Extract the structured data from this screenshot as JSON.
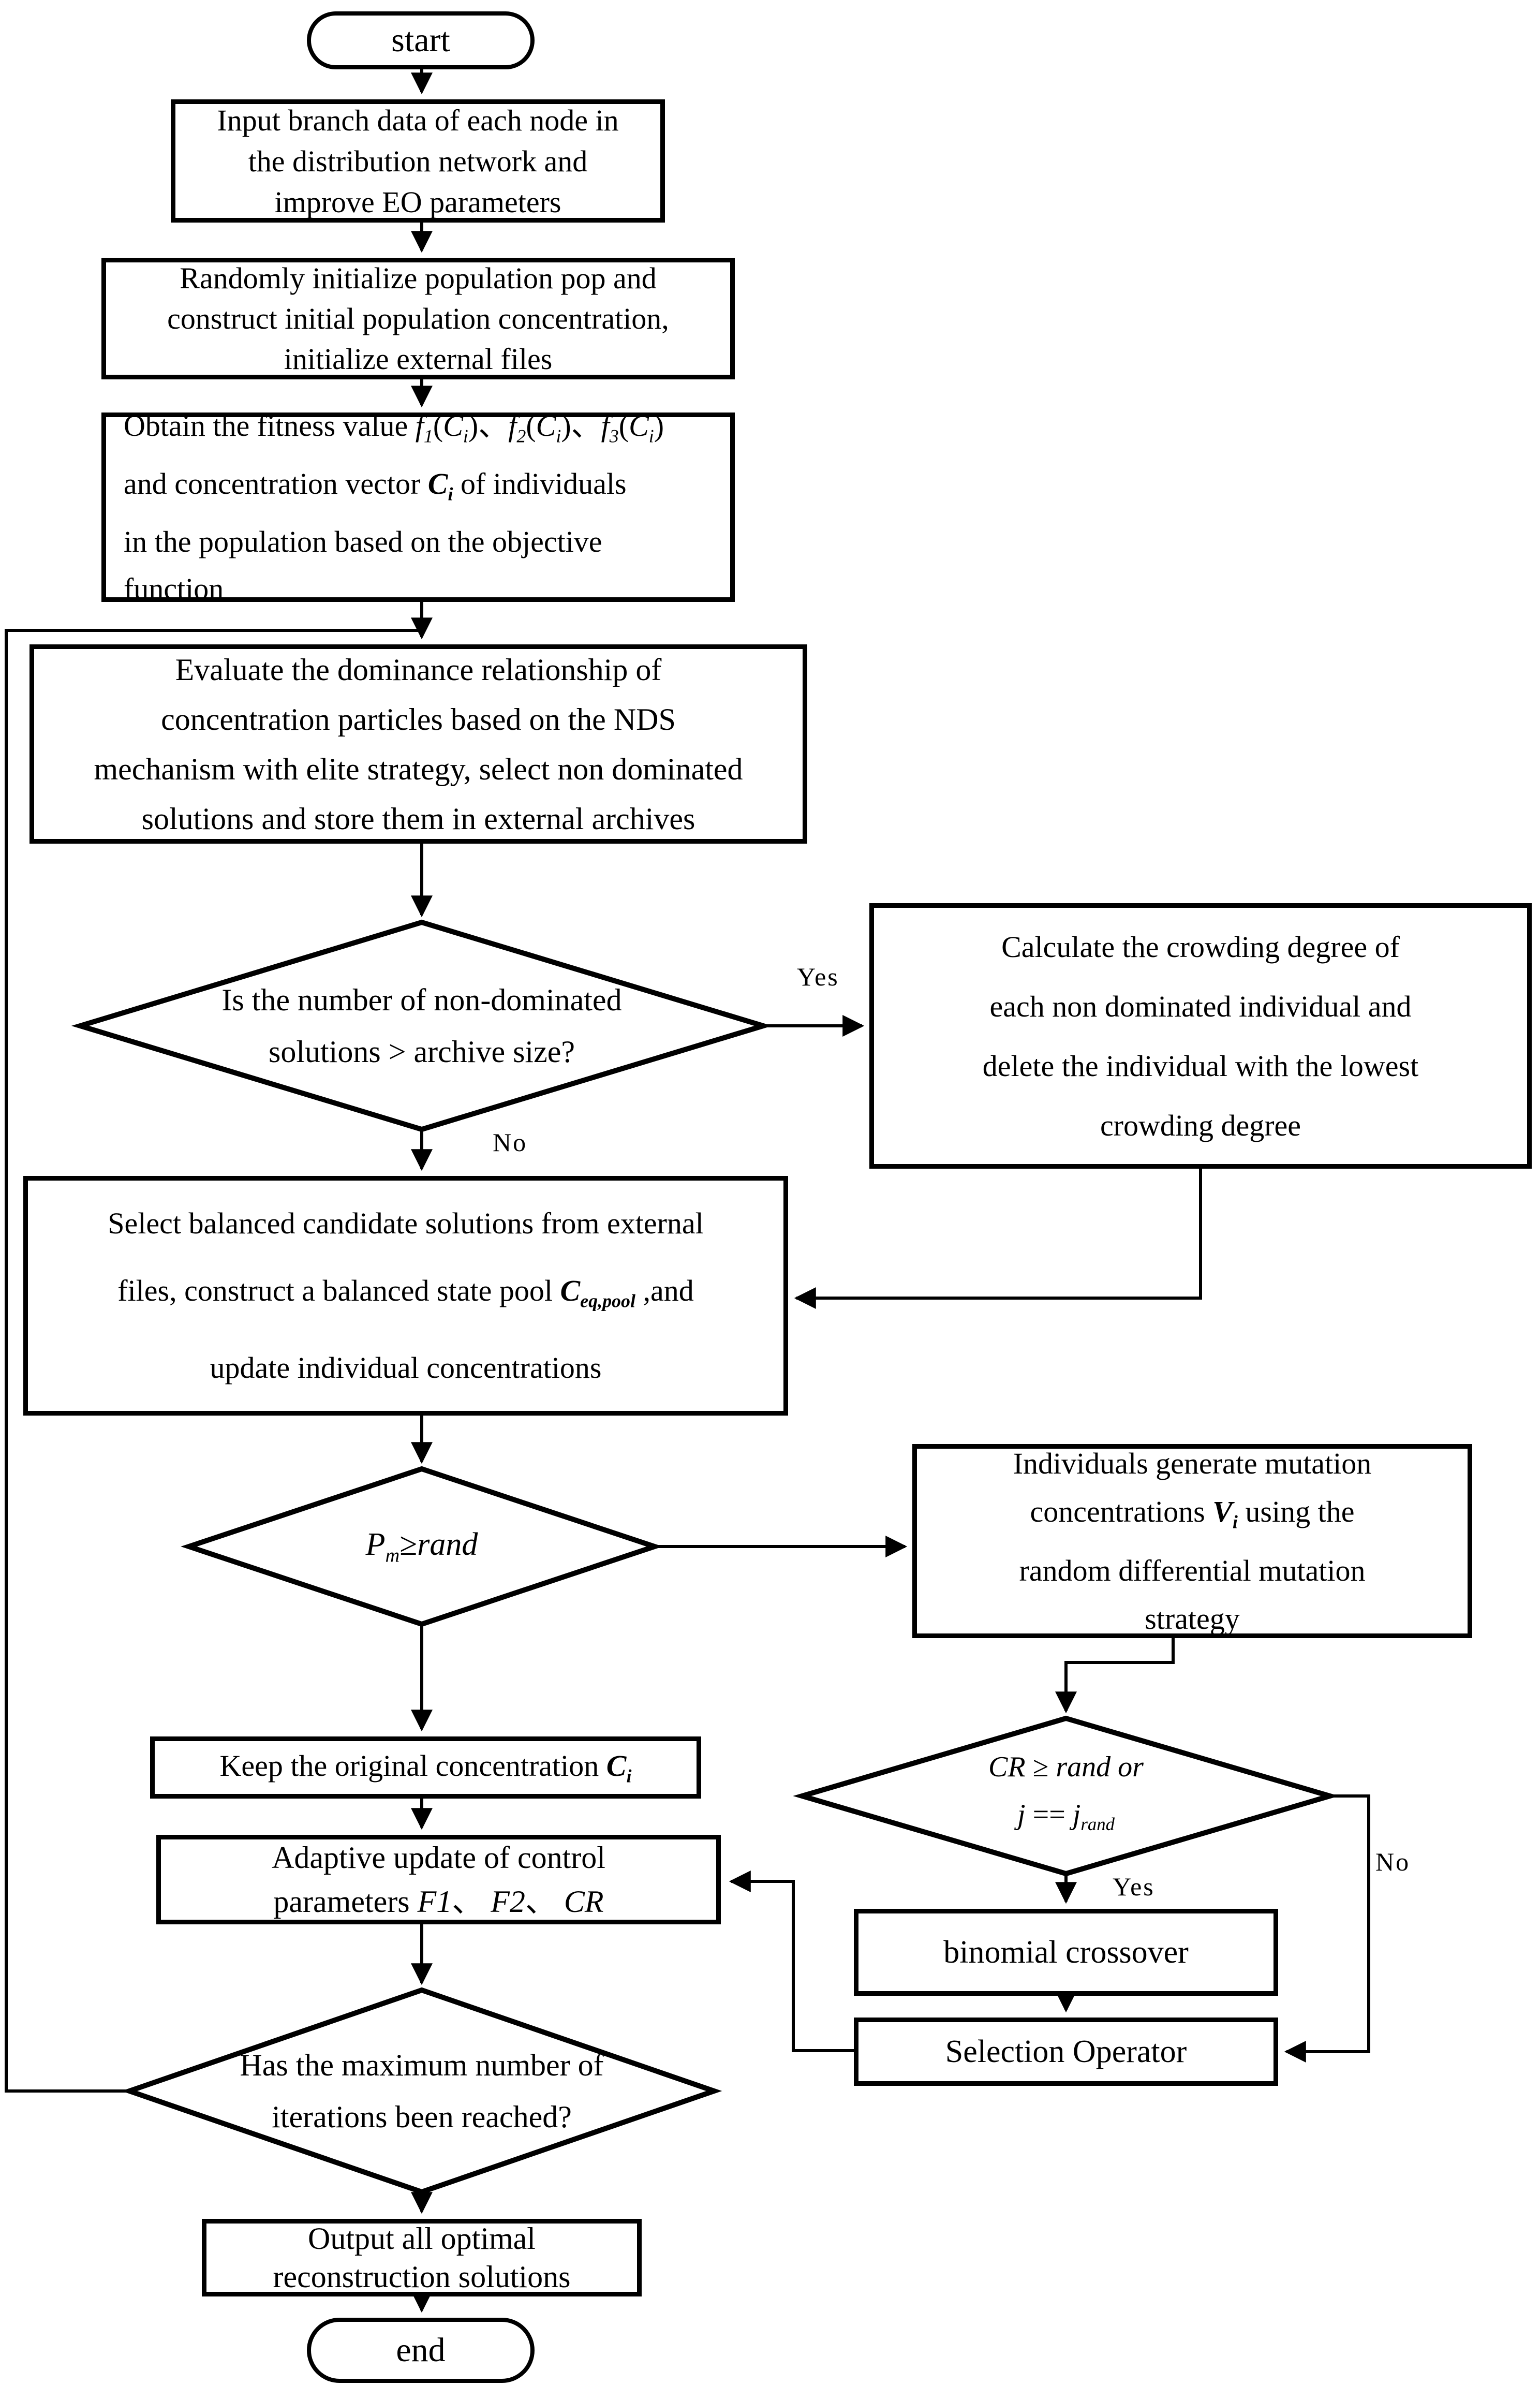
{
  "diagram": {
    "type": "flowchart",
    "background_color": "#ffffff",
    "stroke_color": "#000000",
    "nodes": {
      "start": {
        "type": "terminator",
        "label": "start"
      },
      "input": {
        "type": "process",
        "lines": [
          "Input branch data of each node in",
          "the distribution network and",
          "improve EO parameters"
        ]
      },
      "init": {
        "type": "process",
        "lines": [
          "Randomly initialize population pop and",
          "construct initial population concentration,",
          "initialize external files"
        ]
      },
      "fitness": {
        "type": "process",
        "lines": [
          [
            [
              "n",
              "Obtain the fitness value "
            ],
            [
              "i",
              "f"
            ],
            [
              "is",
              "1"
            ],
            [
              "n",
              "("
            ],
            [
              "i",
              "C"
            ],
            [
              "is",
              "i"
            ],
            [
              "n",
              ")、"
            ],
            [
              "i",
              "f"
            ],
            [
              "is",
              "2"
            ],
            [
              "n",
              "("
            ],
            [
              "i",
              "C"
            ],
            [
              "is",
              "i"
            ],
            [
              "n",
              ")、"
            ],
            [
              "i",
              "f"
            ],
            [
              "is",
              "3"
            ],
            [
              "n",
              "("
            ],
            [
              "i",
              "C"
            ],
            [
              "is",
              "i"
            ],
            [
              "n",
              ")"
            ]
          ],
          [
            [
              "n",
              "and concentration vector "
            ],
            [
              "bi",
              "C"
            ],
            [
              "bis",
              "i"
            ],
            [
              "n",
              " of individuals"
            ]
          ],
          "in the population based on the objective",
          "function"
        ]
      },
      "evaluate": {
        "type": "process",
        "lines": [
          "Evaluate the dominance relationship of",
          "concentration particles based on the NDS",
          "mechanism with elite strategy, select non dominated",
          "solutions and store them in external archives"
        ]
      },
      "archive_check": {
        "type": "decision",
        "lines": [
          "Is the number of non-dominated",
          "solutions > archive size?"
        ]
      },
      "crowding": {
        "type": "process",
        "lines": [
          "Calculate the crowding degree of",
          "each non dominated individual  and",
          "delete the individual with the lowest",
          "crowding degree"
        ]
      },
      "select_pool": {
        "type": "process",
        "lines": [
          "Select balanced candidate solutions from external",
          [
            [
              "n",
              "files, construct a balanced state pool  "
            ],
            [
              "bi",
              "C"
            ],
            [
              "bis",
              "eq,pool"
            ],
            [
              "n",
              "  ,and"
            ]
          ],
          "update individual concentrations"
        ]
      },
      "pm_check": {
        "type": "decision",
        "lines": [
          [
            [
              "i",
              "P"
            ],
            [
              "is",
              "m"
            ],
            [
              "n",
              "≥"
            ],
            [
              "i",
              "rand"
            ]
          ]
        ]
      },
      "mutation": {
        "type": "process",
        "lines": [
          "Individuals generate mutation",
          [
            [
              "n",
              "concentrations "
            ],
            [
              "bi",
              "V"
            ],
            [
              "bis",
              "i"
            ],
            [
              "n",
              "  using the"
            ]
          ],
          "random differential mutation",
          "strategy"
        ]
      },
      "keep": {
        "type": "process",
        "lines": [
          [
            [
              "n",
              "Keep the original concentration "
            ],
            [
              "bi",
              "C"
            ],
            [
              "bis",
              "i"
            ]
          ]
        ]
      },
      "adaptive": {
        "type": "process",
        "lines": [
          "Adaptive update of control",
          [
            [
              "n",
              "parameters "
            ],
            [
              "i",
              "F1"
            ],
            [
              "n",
              "、 "
            ],
            [
              "i",
              "F2"
            ],
            [
              "n",
              "、 "
            ],
            [
              "i",
              "CR"
            ]
          ]
        ]
      },
      "cr_check": {
        "type": "decision",
        "lines": [
          [
            [
              "i",
              "CR"
            ],
            [
              "n",
              " ≥ "
            ],
            [
              "i",
              "rand or"
            ]
          ],
          [
            [
              "i",
              "j"
            ],
            [
              "n",
              " == "
            ],
            [
              "i",
              "j"
            ],
            [
              "is",
              "rand"
            ]
          ]
        ]
      },
      "binomial": {
        "type": "process",
        "lines": [
          "binomial crossover"
        ]
      },
      "selection": {
        "type": "process",
        "lines": [
          "Selection Operator"
        ]
      },
      "iter_check": {
        "type": "decision",
        "lines": [
          "Has the maximum number of",
          "iterations been reached?"
        ]
      },
      "output": {
        "type": "process",
        "lines": [
          "Output all optimal",
          "reconstruction solutions"
        ]
      },
      "end": {
        "type": "terminator",
        "label": "end"
      }
    },
    "edge_labels": {
      "archive_yes": "Yes",
      "archive_no": "No",
      "cr_yes": "Yes",
      "cr_no": "No"
    }
  }
}
